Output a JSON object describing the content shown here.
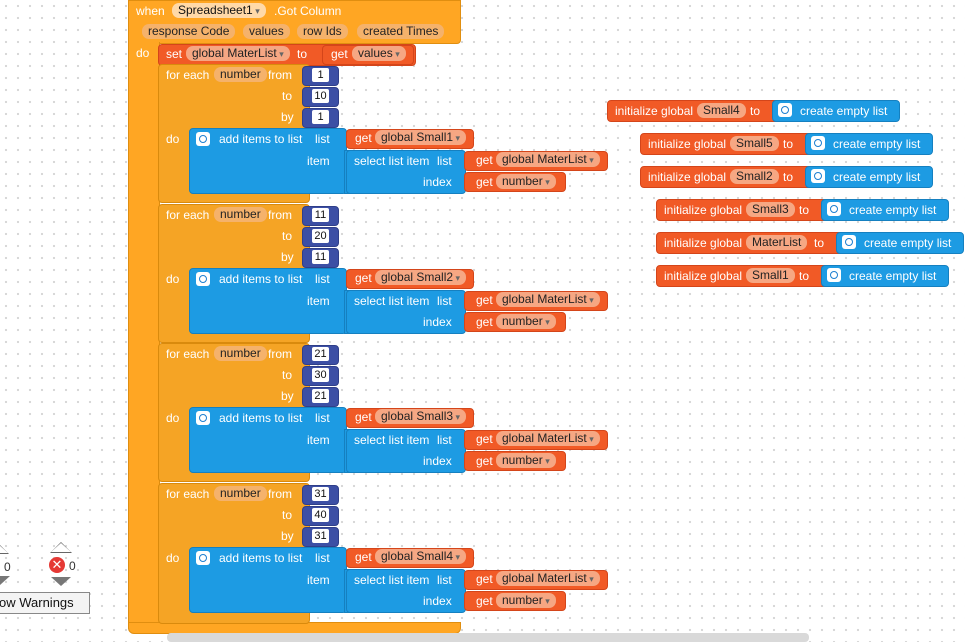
{
  "event": {
    "when": "when",
    "component": "Spreadsheet1",
    "event_name": ".Got Column",
    "params": [
      "response Code",
      "values",
      "row Ids",
      "created Times"
    ],
    "do": "do"
  },
  "set_block": {
    "set": "set",
    "var": "global MaterList",
    "to": "to",
    "get": "get",
    "value": "values"
  },
  "loops": [
    {
      "for_each": "for each",
      "var": "number",
      "from_label": "from",
      "from": "1",
      "to_label": "to",
      "to": "10",
      "by_label": "by",
      "by": "1",
      "do": "do",
      "add": "add items to list",
      "list_label": "list",
      "get": "get",
      "list": "global Small1",
      "item_label": "item",
      "select": "select list item",
      "select_list_label": "list",
      "source": "global MaterList",
      "index_label": "index",
      "index": "number"
    },
    {
      "for_each": "for each",
      "var": "number",
      "from_label": "from",
      "from": "11",
      "to_label": "to",
      "to": "20",
      "by_label": "by",
      "by": "11",
      "do": "do",
      "add": "add items to list",
      "list_label": "list",
      "get": "get",
      "list": "global Small2",
      "item_label": "item",
      "select": "select list item",
      "select_list_label": "list",
      "source": "global MaterList",
      "index_label": "index",
      "index": "number"
    },
    {
      "for_each": "for each",
      "var": "number",
      "from_label": "from",
      "from": "21",
      "to_label": "to",
      "to": "30",
      "by_label": "by",
      "by": "21",
      "do": "do",
      "add": "add items to list",
      "list_label": "list",
      "get": "get",
      "list": "global Small3",
      "item_label": "item",
      "select": "select list item",
      "select_list_label": "list",
      "source": "global MaterList",
      "index_label": "index",
      "index": "number"
    },
    {
      "for_each": "for each",
      "var": "number",
      "from_label": "from",
      "from": "31",
      "to_label": "to",
      "to": "40",
      "by_label": "by",
      "by": "31",
      "do": "do",
      "add": "add items to list",
      "list_label": "list",
      "get": "get",
      "list": "global Small4",
      "item_label": "item",
      "select": "select list item",
      "select_list_label": "list",
      "source": "global MaterList",
      "index_label": "index",
      "index": "number"
    }
  ],
  "globals": [
    {
      "init": "initialize global",
      "name": "Small4",
      "to": "to",
      "value": "create empty list"
    },
    {
      "init": "initialize global",
      "name": "Small5",
      "to": "to",
      "value": "create empty list"
    },
    {
      "init": "initialize global",
      "name": "Small2",
      "to": "to",
      "value": "create empty list"
    },
    {
      "init": "initialize global",
      "name": "Small3",
      "to": "to",
      "value": "create empty list"
    },
    {
      "init": "initialize global",
      "name": "MaterList",
      "to": "to",
      "value": "create empty list"
    },
    {
      "init": "initialize global",
      "name": "Small1",
      "to": "to",
      "value": "create empty list"
    }
  ],
  "status": {
    "warnings_count": "0",
    "errors_count": "0",
    "show_warnings": "ow Warnings"
  },
  "colors": {
    "event": "#ffa623",
    "variable": "#f15a26",
    "list": "#1d9be3",
    "math": "#3c4fa5",
    "loop": "#f5a425"
  }
}
